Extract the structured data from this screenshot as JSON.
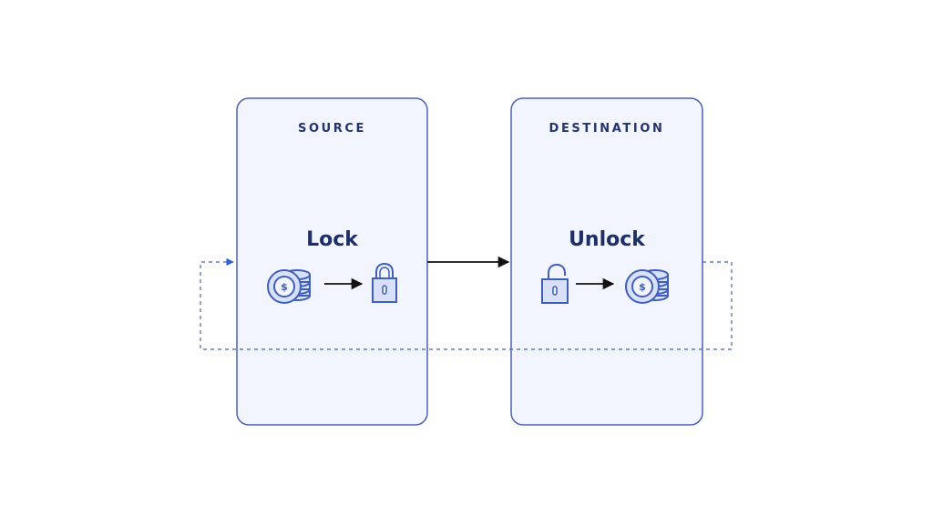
{
  "diagram": {
    "source": {
      "title": "SOURCE",
      "action": "Lock"
    },
    "destination": {
      "title": "DESTINATION",
      "action": "Unlock"
    },
    "coin_symbol": "$"
  },
  "colors": {
    "panel_fill": "#f2f4fe",
    "panel_stroke": "#4a62b3",
    "text_dark": "#1e2f66",
    "loop_line": "#4a62b3",
    "loop_arrowhead": "#2d5fd6",
    "arrow": "#111111",
    "icon_fill": "#d9e0fb",
    "icon_stroke": "#3f5fb8"
  },
  "icons": [
    "coins-icon",
    "lock-closed-icon",
    "lock-open-icon",
    "arrow-right-icon"
  ]
}
